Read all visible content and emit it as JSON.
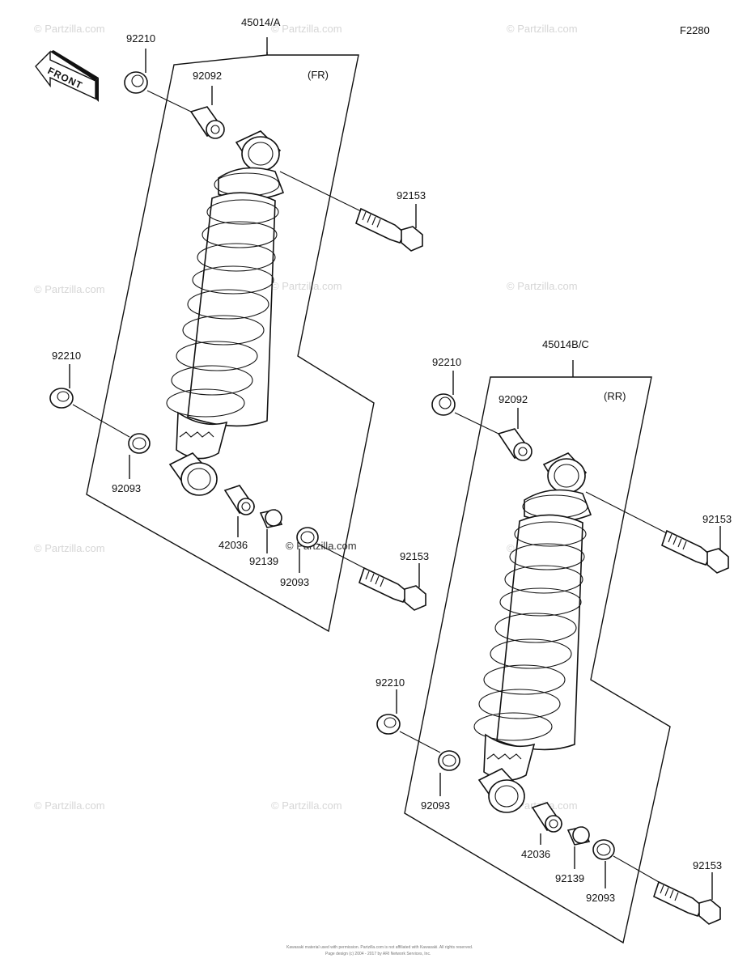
{
  "figure_code": "F2280",
  "front_arrow_label": "FRONT",
  "watermark": "© Partzilla.com",
  "watermark_short": "© Partzilla.com",
  "front_assembly": {
    "assembly_label": "45014/A",
    "position_label": "(FR)",
    "parts": {
      "upper_nut": "92210",
      "upper_collar": "92092",
      "upper_bolt": "92153",
      "lower_nut": "92210",
      "lower_seal_left": "92093",
      "lower_collar": "42036",
      "lower_bushing": "92139",
      "lower_seal_right": "92093",
      "lower_bolt": "92153"
    }
  },
  "rear_assembly": {
    "assembly_label": "45014B/C",
    "position_label": "(RR)",
    "parts": {
      "upper_nut": "92210",
      "upper_collar": "92092",
      "upper_bolt": "92153",
      "lower_nut": "92210",
      "lower_seal_left": "92093",
      "lower_collar": "42036",
      "lower_bushing": "92139",
      "lower_seal_right": "92093",
      "lower_bolt": "92153"
    }
  },
  "footer": {
    "line1": "Kawasaki material used with permission. Partzilla.com is not affiliated with Kawasaki. All rights reserved.",
    "line2": "Page design (c) 2004 - 2017 by ARI Network Services, Inc."
  }
}
